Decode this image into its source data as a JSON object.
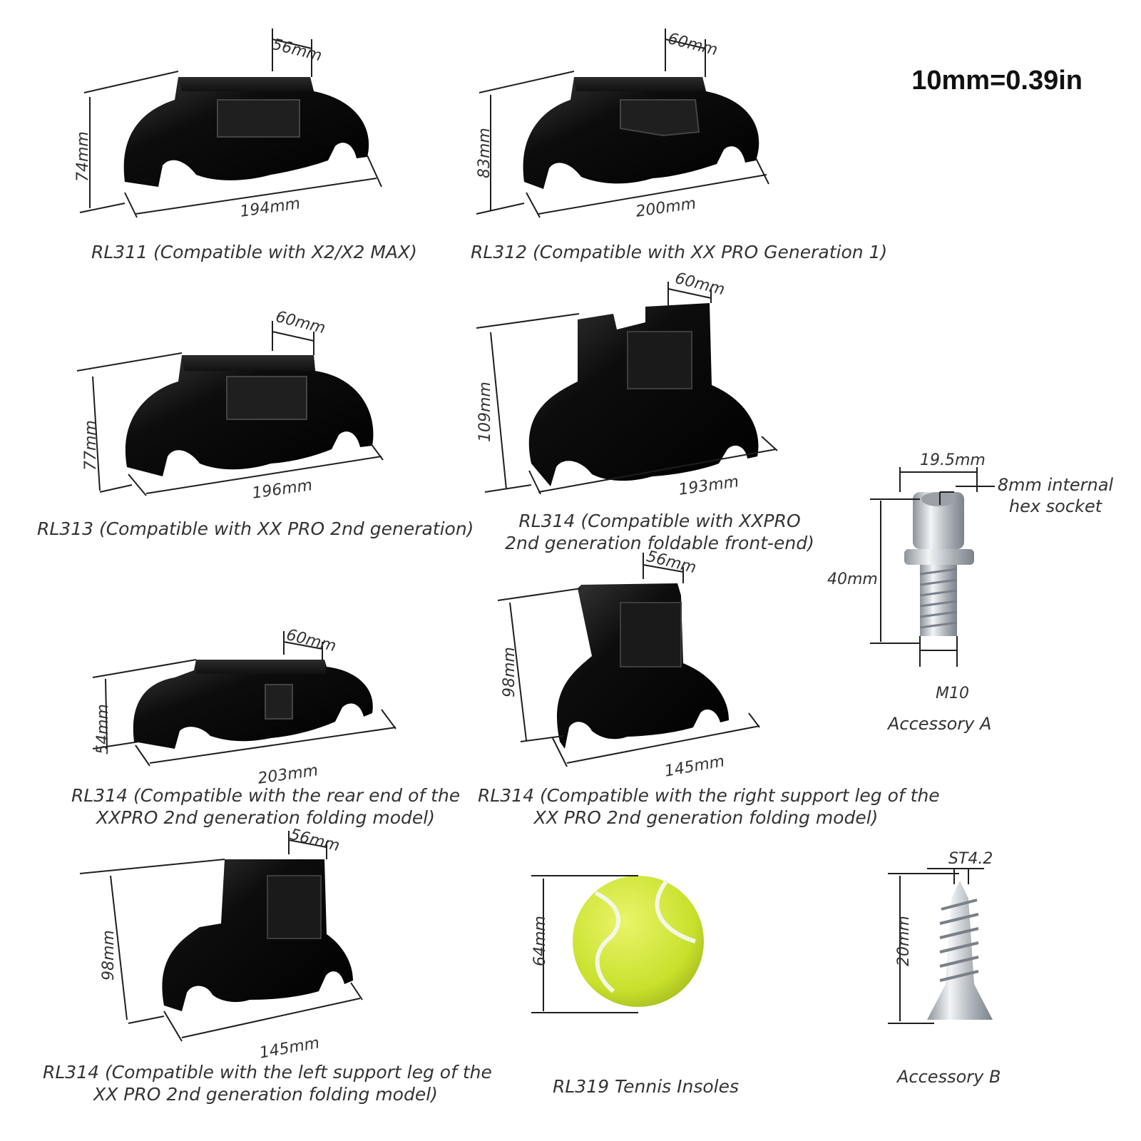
{
  "scale_note": "10mm=0.39in",
  "products": [
    {
      "id": "rl311",
      "caption": "RL311 (Compatible with X2/X2 MAX)",
      "top": "56mm",
      "height": "74mm",
      "width": "194mm"
    },
    {
      "id": "rl312",
      "caption": "RL312 (Compatible with XX PRO Generation 1)",
      "top": "60mm",
      "height": "83mm",
      "width": "200mm"
    },
    {
      "id": "rl313",
      "caption": "RL313 (Compatible with XX PRO 2nd generation)",
      "top": "60mm",
      "height": "77mm",
      "width": "196mm"
    },
    {
      "id": "rl314-front",
      "caption_1": "RL314 (Compatible with XXPRO",
      "caption_2": "2nd generation foldable front-end)",
      "top": "60mm",
      "height": "109mm",
      "width": "193mm"
    },
    {
      "id": "rl314-rear",
      "caption_1": "RL314 (Compatible with the rear end of the",
      "caption_2": "XXPRO 2nd generation folding model)",
      "top": "60mm",
      "height": "54mm",
      "width": "203mm"
    },
    {
      "id": "rl314-right",
      "caption_1": "RL314 (Compatible with the right support leg of the",
      "caption_2": "XX PRO 2nd generation folding model)",
      "top": "56mm",
      "height": "98mm",
      "width": "145mm"
    },
    {
      "id": "rl314-left",
      "caption_1": "RL314 (Compatible with the left support leg of the",
      "caption_2": "XX PRO 2nd generation folding model)",
      "top": "56mm",
      "height": "98mm",
      "width": "145mm"
    },
    {
      "id": "rl319",
      "caption": "RL319 Tennis Insoles",
      "height": "64mm"
    }
  ],
  "accessory_a": {
    "label": "Accessory A",
    "head_width": "19.5mm",
    "socket_1": "8mm internal",
    "socket_2": "hex socket",
    "length": "40mm",
    "thread": "M10"
  },
  "accessory_b": {
    "label": "Accessory B",
    "tip": "ST4.2",
    "length": "20mm"
  },
  "colors": {
    "part": "#0b0b0b",
    "ball": "#d8ee3a",
    "metal": "#c8ccd2",
    "line": "#1e1e1e"
  }
}
